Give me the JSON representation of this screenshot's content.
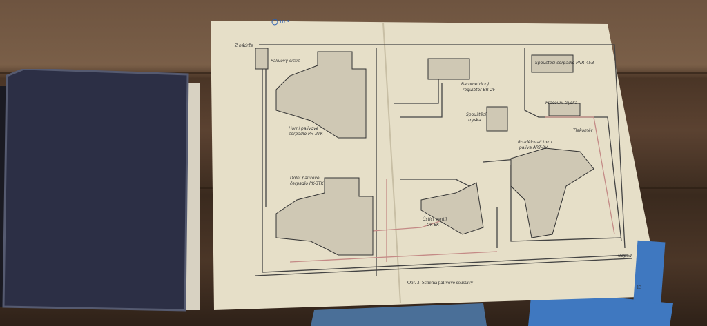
{
  "diagram": {
    "handwritten_note": "10 3",
    "labels": {
      "tank": "Z nádrže",
      "filter": "Palivový čistič",
      "upper_pump": [
        "Horní palivové",
        "čerpadlo PH-2TK"
      ],
      "lower_pump": [
        "Dolní palivové",
        "čerpadlo PK-3TK"
      ],
      "regulator": [
        "Barometrický",
        "regulátor BR-2F"
      ],
      "start_pump": "Spouštěcí čerpadlo PNR-45B",
      "start_nozzle": [
        "Spouštěcí",
        "tryska"
      ],
      "work_nozzle": "Pracovní tryska",
      "manometer": "Tlakoměr",
      "distributor": [
        "Rozdělovač toku",
        "paliva ART-8V"
      ],
      "valve": [
        "Ústicí ventil",
        "OK-6K"
      ],
      "drain": "Odpad"
    },
    "caption": "Obr. 3. Schema palivové soustavy",
    "page_number": "13"
  }
}
